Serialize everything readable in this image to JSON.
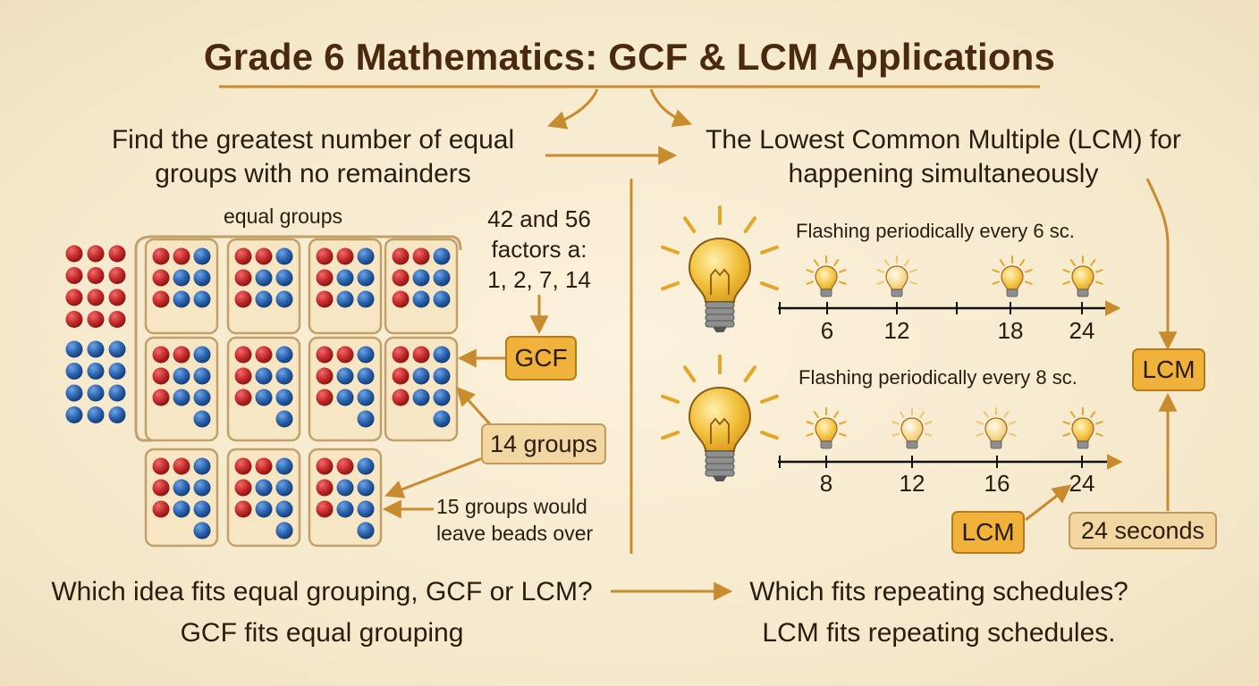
{
  "title": "Grade 6 Mathematics: GCF & LCM Applications",
  "left": {
    "heading_line1": "Find the greatest number of equal",
    "heading_line2": "groups with no remainders",
    "equal_groups_label": "equal groups",
    "factors_line1": "42 and 56",
    "factors_line2": "factors a:",
    "factors_line3": "1, 2, 7, 14",
    "gcf_label": "GCF",
    "groups_14_label": "14 groups",
    "groups_15_line1": "15 groups would",
    "groups_15_line2": "leave beads over"
  },
  "right": {
    "heading_line1": "The Lowest Common Multiple (LCM) for",
    "heading_line2": "happening simultaneously",
    "flash6_label": "Flashing periodically every 6 sc.",
    "flash8_label": "Flashing periodically every 8 sc.",
    "timeline6_ticks": [
      "6",
      "12",
      "18",
      "24"
    ],
    "timeline8_ticks": [
      "8",
      "12",
      "16",
      "24"
    ],
    "lcm_label": "LCM",
    "lcm_label_lower": "LCM",
    "seconds_label": "24 seconds"
  },
  "bottom": {
    "q1": "Which idea fits equal grouping, GCF or LCM?",
    "a1": "GCF fits equal grouping",
    "q2": "Which fits repeating schedules?",
    "a2": "LCM fits repeating schedules."
  },
  "colors": {
    "red_bead": "#c42a2a",
    "blue_bead": "#2a63ad",
    "arrow": "#c88b2e",
    "gcf_box": "#f1b23b",
    "tan_box": "#f3d7a2",
    "bulb": "#f3c23e"
  }
}
